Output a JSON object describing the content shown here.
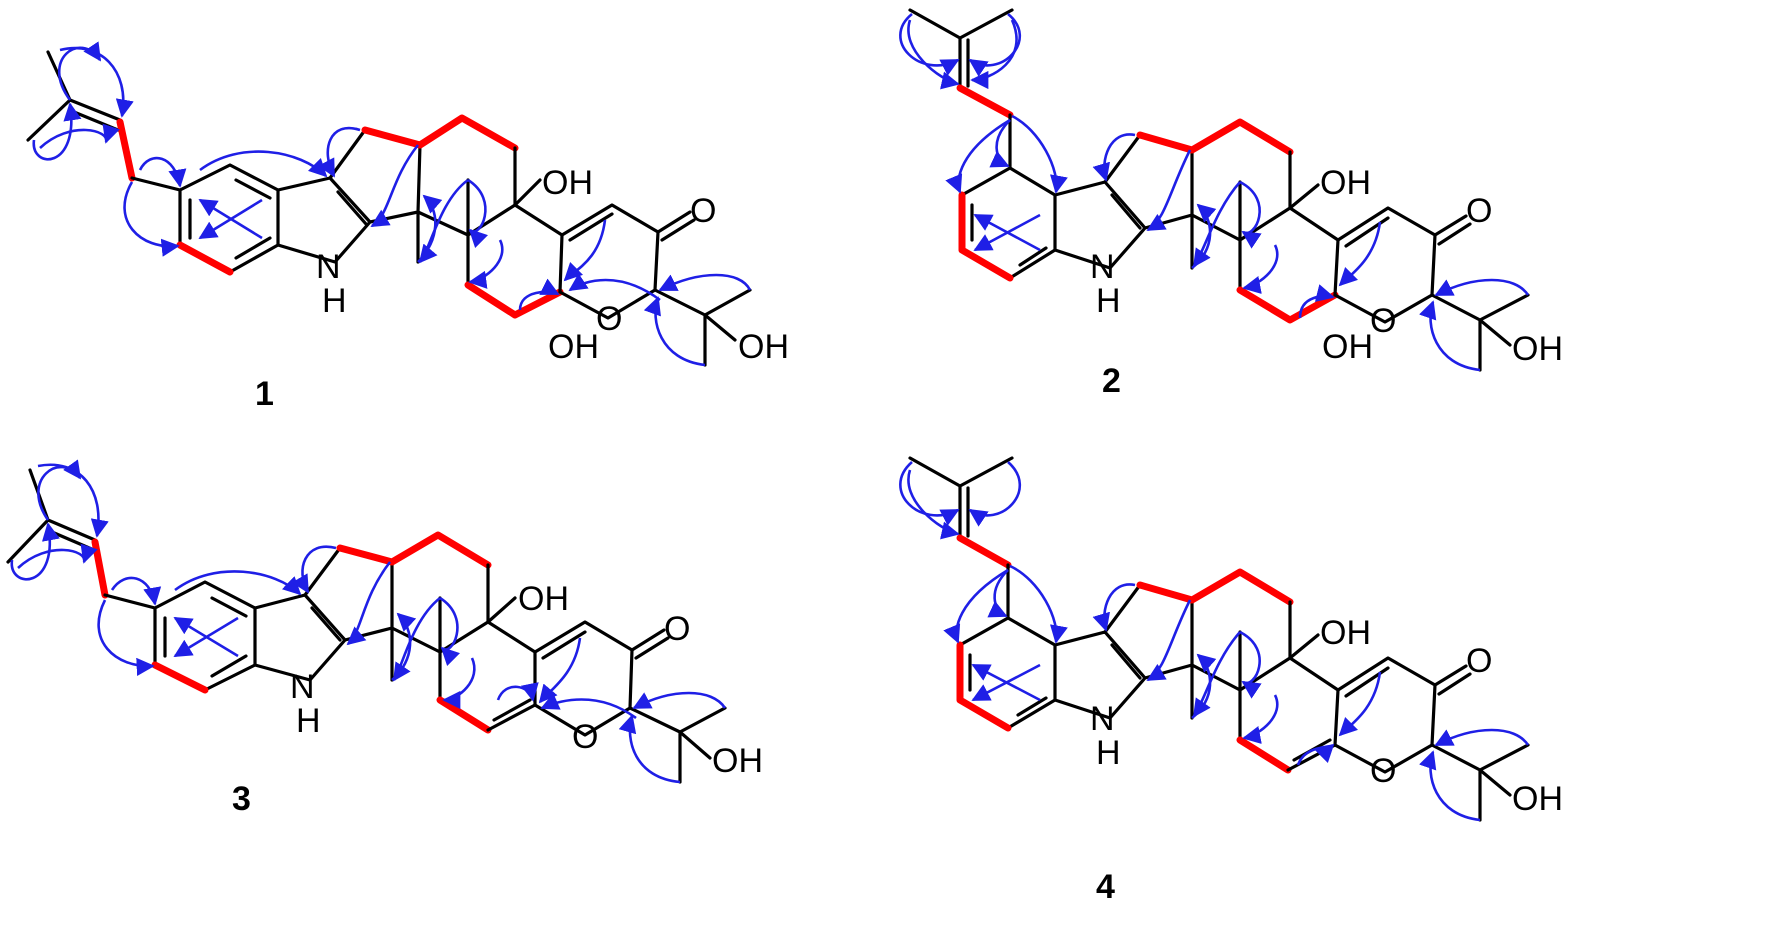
{
  "colors": {
    "bond": "#000000",
    "cosy": "#ff0000",
    "hmbc": "#1f1fe6",
    "background": "#ffffff"
  },
  "structures": [
    {
      "label": "1",
      "atoms": {
        "oh_top": "OH",
        "o_ketone": "O",
        "nh_n": "N",
        "nh_h": "H",
        "o_ring": "O",
        "oh_bottom": "OH",
        "oh_side": "OH"
      }
    },
    {
      "label": "2",
      "atoms": {
        "oh_top": "OH",
        "o_ketone": "O",
        "nh_n": "N",
        "nh_h": "H",
        "o_ring": "O",
        "oh_bottom": "OH",
        "oh_side": "OH"
      }
    },
    {
      "label": "3",
      "atoms": {
        "oh_top": "OH",
        "o_ketone": "O",
        "nh_n": "N",
        "nh_h": "H",
        "o_ring": "O",
        "oh_side": "OH"
      }
    },
    {
      "label": "4",
      "atoms": {
        "oh_top": "OH",
        "o_ketone": "O",
        "nh_n": "N",
        "nh_h": "H",
        "o_ring": "O",
        "oh_side": "OH"
      }
    }
  ]
}
